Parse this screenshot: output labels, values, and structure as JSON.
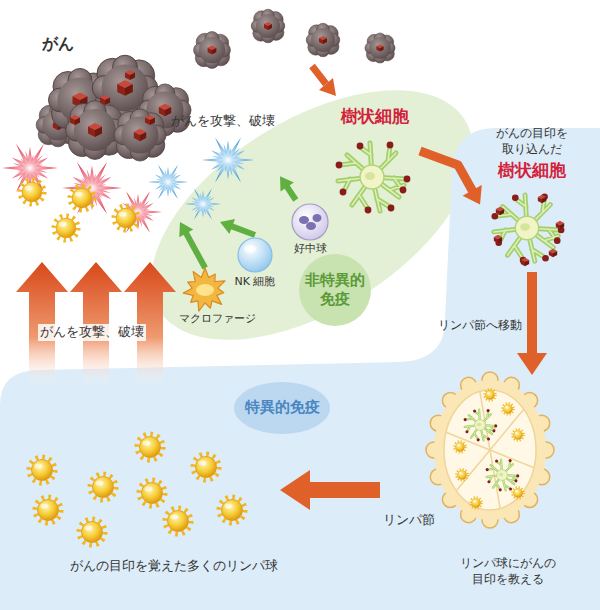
{
  "diagram": {
    "nodes": [
      {
        "text": [
          "非特異的免疫"
        ]
      },
      {
        "text": [
          "樹状細胞"
        ],
        "in": 0
      },
      {
        "text": [
          "好中球"
        ],
        "in": 0
      },
      {
        "text": [
          "NK 細胞"
        ],
        "in": 0
      },
      {
        "text": [
          "マクロファージ"
        ],
        "in": 0
      },
      {
        "text": [
          "がんを攻撃、破壊"
        ]
      },
      {
        "text": [
          "特異的免疫"
        ]
      },
      {
        "text": [
          "がんの目印を取り込んだ",
          "樹状細胞"
        ],
        "in": 6
      },
      {
        "text": [
          "リンパ節",
          "リンパ球にがんの目印を教える"
        ],
        "in": 6
      },
      {
        "text": [
          "がんの目印を覚えた多くのリンパ球"
        ],
        "in": 6
      }
    ],
    "edges": [
      {
        "from": 1,
        "to": 7,
        "arrow": "to"
      },
      {
        "from": 7,
        "to": 8,
        "label": "リンパ節へ移動",
        "arrow": "to"
      },
      {
        "from": 8,
        "to": 9,
        "arrow": "to"
      },
      {
        "from": 4,
        "to": 5,
        "arrow": "to"
      },
      {
        "from": 3,
        "to": 5,
        "arrow": "to"
      },
      {
        "from": 2,
        "to": 5,
        "arrow": "to"
      }
    ],
    "labels": [
      "がん",
      "がんを攻撃、破壊"
    ]
  }
}
